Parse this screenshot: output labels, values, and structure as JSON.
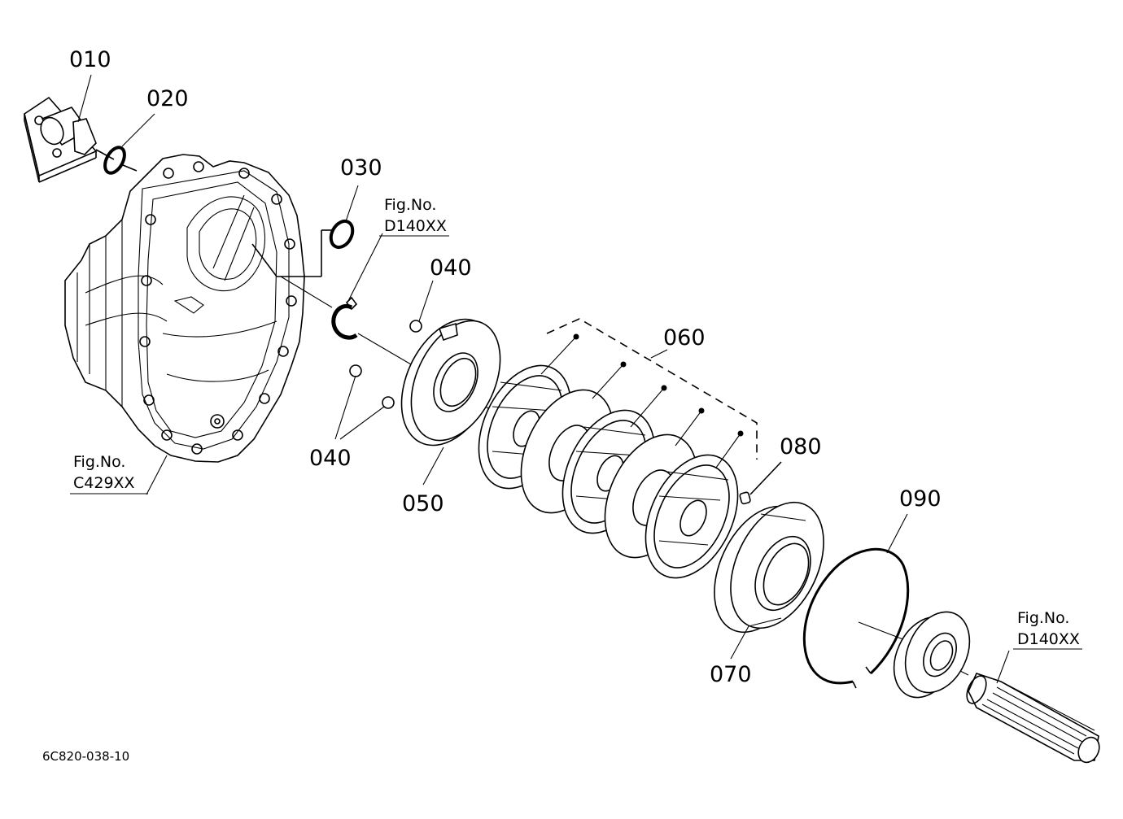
{
  "diagram": {
    "labels": {
      "p010": "010",
      "p020": "020",
      "p030": "030",
      "p040_top": "040",
      "p040_bottom": "040",
      "p050": "050",
      "p060": "060",
      "p070": "070",
      "p080": "080",
      "p090": "090"
    },
    "fig_refs": [
      {
        "title": "Fig.No.",
        "code": "D140XX"
      },
      {
        "title": "Fig.No.",
        "code": "C429XX"
      },
      {
        "title": "Fig.No.",
        "code": "D140XX"
      }
    ],
    "drawing_code": "6C820-038-10"
  }
}
